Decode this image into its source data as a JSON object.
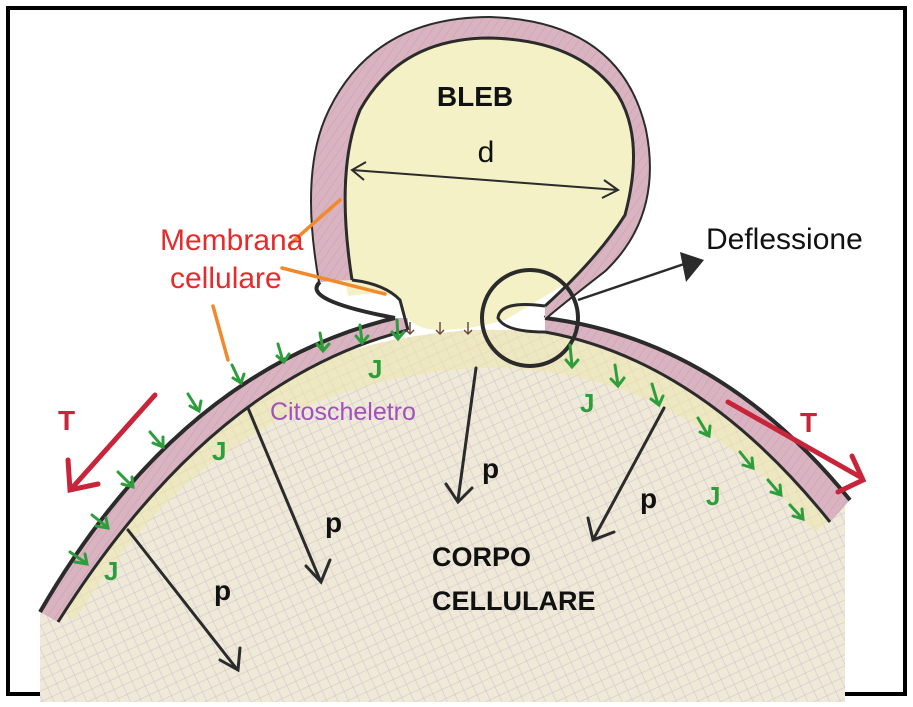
{
  "diagram": {
    "bleb_label": "BLEB",
    "diameter_label": "d",
    "deflection_label": "Deflessione",
    "membrane_label_line1": "Membrana",
    "membrane_label_line2": "cellulare",
    "cytoskeleton_label": "Citoscheletro",
    "body_label_line1": "CORPO",
    "body_label_line2": "CELLULARE",
    "tension_label": "T",
    "pressure_label": "p",
    "junction_label": "J"
  },
  "colors": {
    "membrane_fill": "#d9b3c0",
    "bleb_fill": "#f5f2c8",
    "body_fill": "#ede8d6",
    "outline": "#2b2b2b",
    "junction_arrows": "#2e9e3c",
    "tension_arrows": "#c8243a",
    "membrane_label": "#e52b2b",
    "membrane_pointer": "#f08a2c",
    "cytoskeleton_label": "#a24fc0"
  }
}
